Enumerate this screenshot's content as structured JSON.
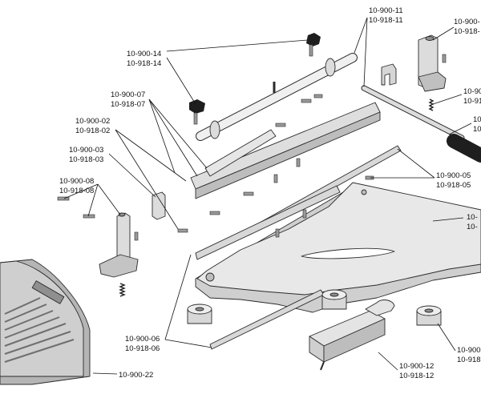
{
  "labels": {
    "l01a": "10-900-11",
    "l01b": "10-918-11",
    "l02a": "10-900-",
    "l02b": "10-918-",
    "l03a": "10-900-14",
    "l03b": "10-918-14",
    "l04a": "10-900-07",
    "l04b": "10-918-07",
    "l05a": "10-90",
    "l05b": "10-91",
    "l06a": "10-900-02",
    "l06b": "10-918-02",
    "l07a": "10",
    "l07b": "10-",
    "l08a": "10-900-03",
    "l08b": "10-918-03",
    "l09a": "10-900-05",
    "l09b": "10-918-05",
    "l10a": "10-900-08",
    "l10b": "10-918-08",
    "l11a": "10-",
    "l11b": "10-",
    "l12a": "10-900-06",
    "l12b": "10-918-06",
    "l13a": "10-900",
    "l13b": "10-918",
    "l14a": "10-900-12",
    "l14b": "10-918-12",
    "l15a": "10-900-22"
  },
  "colors": {
    "part_light": "#ececec",
    "part_mid": "#cfcfcf",
    "part_dark": "#8f8f8f",
    "knob": "#1e1e1e",
    "outline": "#2b2b2b"
  }
}
